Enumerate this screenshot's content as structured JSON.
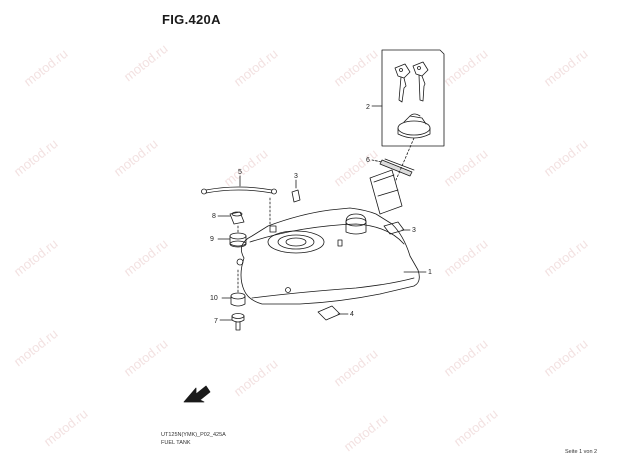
{
  "figure": {
    "title": "FIG.420A",
    "drawing_code": "UT125N(YMK)_P02_425A",
    "caption": "FUEL TANK",
    "page_info": "Seite 1 von 2"
  },
  "watermark": {
    "text": "motod.ru"
  },
  "callouts": [
    "1",
    "2",
    "3",
    "3",
    "4",
    "5",
    "6",
    "7",
    "8",
    "9",
    "10"
  ]
}
